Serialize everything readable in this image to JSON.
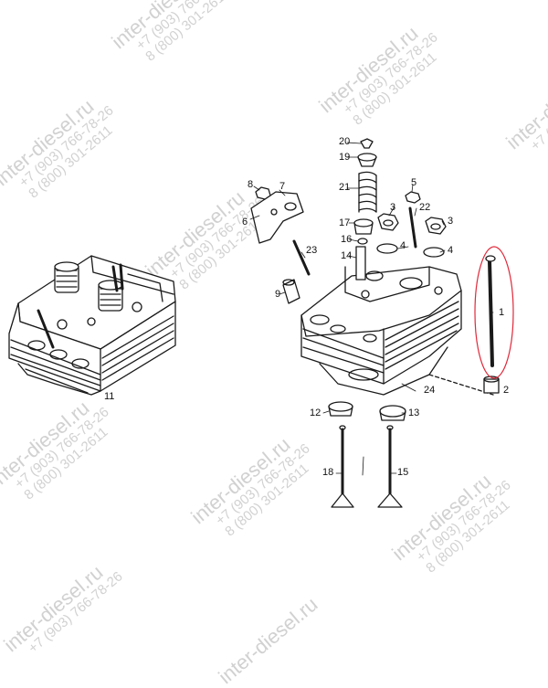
{
  "watermark": {
    "site": "inter-diesel.ru",
    "phone1": "+7 (903) 766-78-26",
    "phone2": "8 (800) 301-2611"
  },
  "highlight_color": "#e0293a",
  "part_labels": {
    "p1": "1",
    "p2": "2",
    "p3a": "3",
    "p3b": "3",
    "p4a": "4",
    "p4b": "4",
    "p5": "5",
    "p6": "6",
    "p7": "7",
    "p8": "8",
    "p9": "9",
    "p11": "11",
    "p12": "12",
    "p13": "13",
    "p14": "14",
    "p15": "15",
    "p16": "16",
    "p17": "17",
    "p18": "18",
    "p19": "19",
    "p20": "20",
    "p21": "21",
    "p22": "22",
    "p23": "23",
    "p24": "24"
  }
}
